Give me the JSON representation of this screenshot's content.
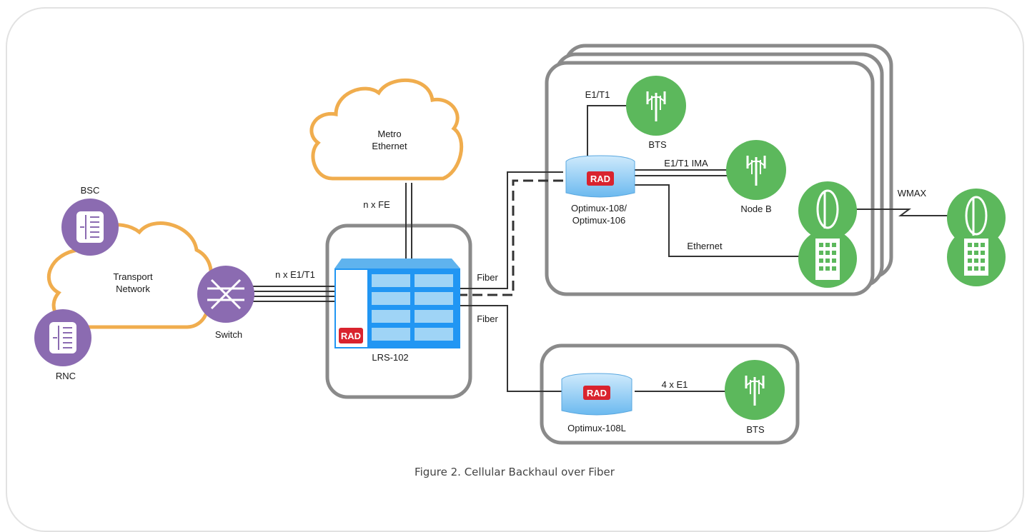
{
  "caption": "Figure 2. Cellular Backhaul over Fiber",
  "colors": {
    "purple": "#8b6bb1",
    "green": "#5cb85c",
    "orange": "#f0ad4e",
    "blue": "#2196f3",
    "gray_box": "#8a8a8a",
    "red": "#d9232e"
  },
  "nodes": {
    "bsc": "BSC",
    "rnc": "RNC",
    "transport_line1": "Transport",
    "transport_line2": "Network",
    "switch": "Switch",
    "metro_line1": "Metro",
    "metro_line2": "Ethernet",
    "lrs": "LRS-102",
    "rad_logo": "RAD",
    "optimux_1": "Optimux-108/",
    "optimux_2": "Optimux-106",
    "optimux_l": "Optimux-108L",
    "bts_top": "BTS",
    "node_b": "Node B",
    "bts_bottom": "BTS"
  },
  "links": {
    "n_fe": "n x FE",
    "n_e1t1": "n x E1/T1",
    "fiber_1": "Fiber",
    "fiber_2": "Fiber",
    "e1t1": "E1/T1",
    "e1t1_ima": "E1/T1 IMA",
    "ethernet": "Ethernet",
    "wmax": "WMAX",
    "four_e1": "4 x E1"
  },
  "icons": [
    "bsc-icon",
    "rnc-icon",
    "switch-icon",
    "cloud-icon",
    "lrs-device-icon",
    "optimux-icon",
    "bts-antenna-icon",
    "wimax-station-icon"
  ]
}
